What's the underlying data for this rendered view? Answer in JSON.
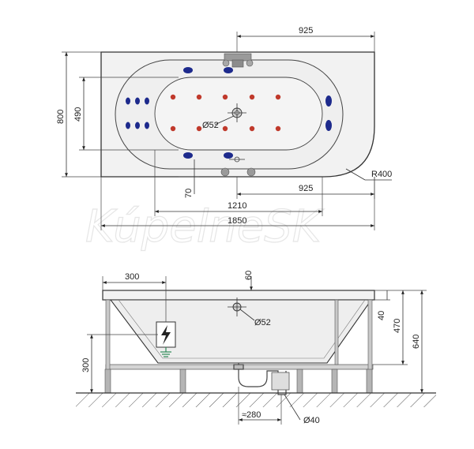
{
  "watermark": "KúpelneSK",
  "top_view": {
    "dims": {
      "w925_top": "925",
      "h800": "800",
      "h490": "490",
      "d52": "Ø52",
      "r400": "R400",
      "w925_bottom": "925",
      "h70": "70",
      "w1210": "1210",
      "w1850": "1850"
    }
  },
  "side_view": {
    "dims": {
      "w300": "300",
      "v60": "60",
      "d52": "Ø52",
      "v40": "40",
      "v470": "470",
      "v640": "640",
      "v300": "300",
      "w280": "≈280",
      "d40": "Ø40"
    }
  },
  "colors": {
    "tub_fill": "#f2f2f2",
    "jet_blue": "#1d2a8c",
    "jet_red": "#c0392b",
    "ground_grey": "#9a9a9a",
    "leg_grey": "#b5b5b5",
    "earth_green": "#2e8b57"
  },
  "icons": {
    "electric_box": "lightning-bolt-icon",
    "ground_symbol": "earth-ground-icon"
  }
}
